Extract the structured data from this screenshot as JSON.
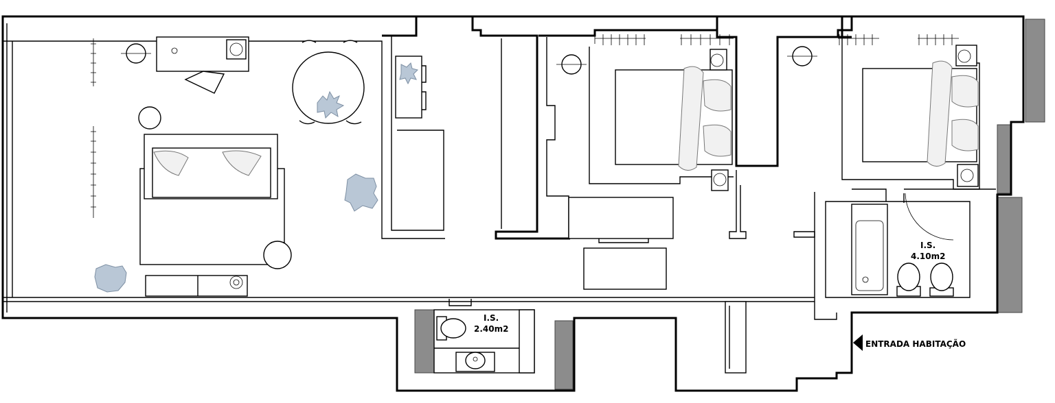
{
  "rooms": {
    "bathroom_large": {
      "label": "I.S.",
      "area": "4.10m2"
    },
    "bathroom_small": {
      "label": "I.S.",
      "area": "2.40m2"
    }
  },
  "entrance": {
    "label": "ENTRADA HABITAÇÃO"
  },
  "colors": {
    "wall": "#000000",
    "exterior_wall": "#8c8c8c",
    "plant": "#b9c7d6",
    "background": "#ffffff"
  },
  "icons": [
    "toilet-icon",
    "bidet-icon",
    "bathtub-icon",
    "sink-icon",
    "bed-icon",
    "sofa-icon",
    "dining-table-icon",
    "plant-icon",
    "lamp-icon",
    "entrance-arrow-icon"
  ]
}
